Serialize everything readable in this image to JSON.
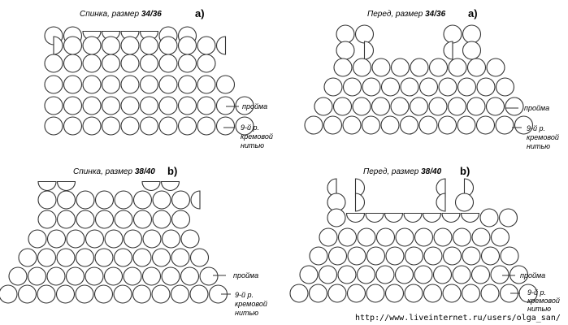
{
  "stroke_color": "#333333",
  "panels": [
    {
      "id": "back-small",
      "title_prefix": "Спинка, размер ",
      "title_size": "34/36",
      "letter": "a)",
      "label_armhole": "пройма",
      "label_row_lines": [
        "9-й р.",
        "кремовой",
        "нитью"
      ]
    },
    {
      "id": "front-small",
      "title_prefix": "Перед, размер ",
      "title_size": "34/36",
      "letter": "a)",
      "label_armhole": "пройма",
      "label_row_lines": [
        "9-й р.",
        "кремовой",
        "нитью"
      ]
    },
    {
      "id": "back-large",
      "title_prefix": "Спинка, размер ",
      "title_size": "38/40",
      "letter": "b)",
      "label_armhole": "пройма",
      "label_row_lines": [
        "9-й р.",
        "кремовой",
        "нитью"
      ]
    },
    {
      "id": "front-large",
      "title_prefix": "Перед, размер ",
      "title_size": "38/40",
      "letter": "b)",
      "label_armhole": "пройма",
      "label_row_lines": [
        "9-й р.",
        "кремовой",
        "нитью"
      ]
    }
  ],
  "watermark": "http://www.liveinternet.ru/users/olga_san/"
}
